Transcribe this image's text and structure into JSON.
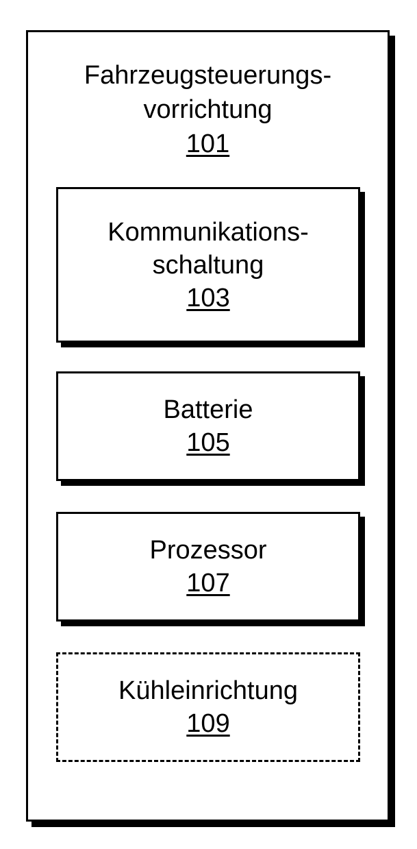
{
  "device": {
    "title_line1": "Fahrzeugsteuerungs-",
    "title_line2": "vorrichtung",
    "ref": "101"
  },
  "components": [
    {
      "line1": "Kommunikations-",
      "line2": "schaltung",
      "ref": "103",
      "optional": false
    },
    {
      "line1": "Batterie",
      "ref": "105",
      "optional": false
    },
    {
      "line1": "Prozessor",
      "ref": "107",
      "optional": false
    },
    {
      "line1": "Kühleinrichtung",
      "ref": "109",
      "optional": true
    }
  ],
  "colors": {
    "stroke": "#000000",
    "background": "#ffffff"
  }
}
